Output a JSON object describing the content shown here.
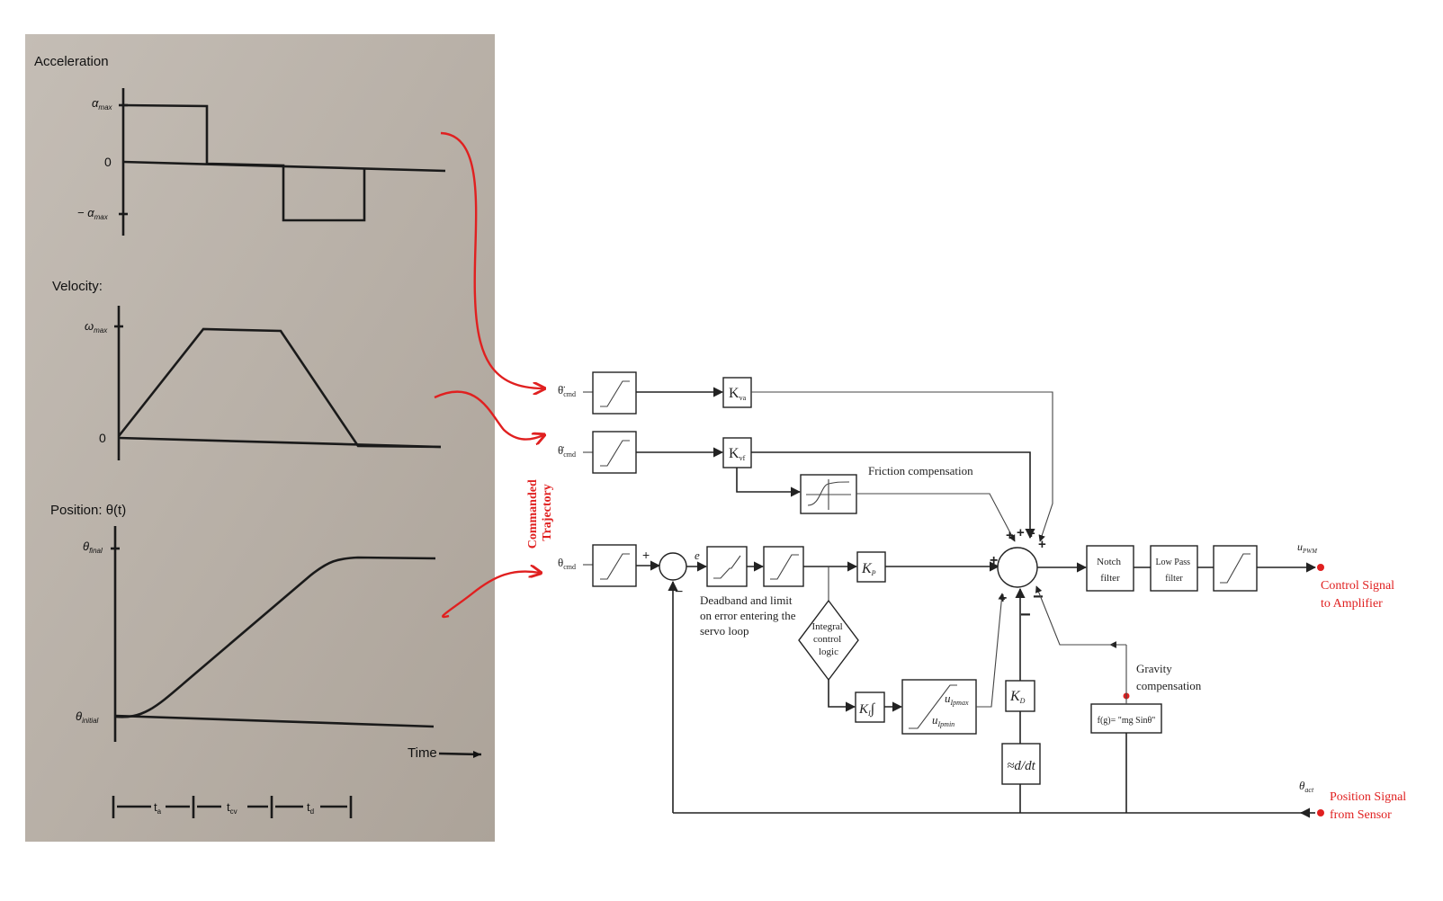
{
  "photo": {
    "acceleration": {
      "title": "Acceleration",
      "amax": "α",
      "amax_sub": "max",
      "zero": "0",
      "neg_amax": "− α",
      "neg_amax_sub": "max"
    },
    "velocity": {
      "title": "Velocity:",
      "wmax": "ω",
      "wmax_sub": "max",
      "zero": "0"
    },
    "position": {
      "title": "Position: θ(t)",
      "final": "θ",
      "final_sub": "final",
      "initial": "θ",
      "initial_sub": "initial",
      "time": "Time"
    },
    "intervals": {
      "ta": "t",
      "ta_sub": "a",
      "tcv": "t",
      "tcv_sub": "cv",
      "td": "t",
      "td_sub": "d"
    }
  },
  "diagram": {
    "commanded_trajectory": [
      "Commanded",
      "Trajectory"
    ],
    "inputs": {
      "accel": {
        "sym": "θ̈",
        "sub": "cmd"
      },
      "vel": {
        "sym": "θ̇",
        "sub": "cmd"
      },
      "pos": {
        "sym": "θ",
        "sub": "cmd"
      }
    },
    "gains": {
      "kva": {
        "sym": "K",
        "sub": "va"
      },
      "kvf": {
        "sym": "K",
        "sub": "vf"
      },
      "kp": {
        "sym": "K",
        "sub": "P"
      },
      "ki": {
        "sym": "K",
        "sub": "I"
      },
      "kd": {
        "sym": "K",
        "sub": "D"
      }
    },
    "friction_label": "Friction compensation",
    "error_label": "e",
    "deadband_label": [
      "Deadband  and limit",
      "on error entering the",
      "servo loop"
    ],
    "integral_logic": [
      "Integral",
      "control",
      "logic"
    ],
    "integrator_sym": "∫",
    "limits": {
      "max": "u",
      "max_sub": "Ipmax",
      "min": "u",
      "min_sub": "Ipmin"
    },
    "derivative": "≈d/dt",
    "gravity_label": [
      "Gravity",
      "compensation"
    ],
    "gravity_func": "f(g)= \"mg Sinθ\"",
    "notch": [
      "Notch",
      "filter"
    ],
    "lowpass": [
      "Low Pass",
      "filter"
    ],
    "output": {
      "sym": "u",
      "sub": "PWM"
    },
    "control_signal": [
      "Control Signal",
      "to Amplifier"
    ],
    "feedback": {
      "sym": "θ",
      "sub": "act"
    },
    "position_signal": [
      "Position Signal",
      "from Sensor"
    ],
    "signs": {
      "plus": "+",
      "minus": "−"
    }
  },
  "colors": {
    "annotation": "#e02020",
    "photo_bg": "#b9b1a8"
  }
}
